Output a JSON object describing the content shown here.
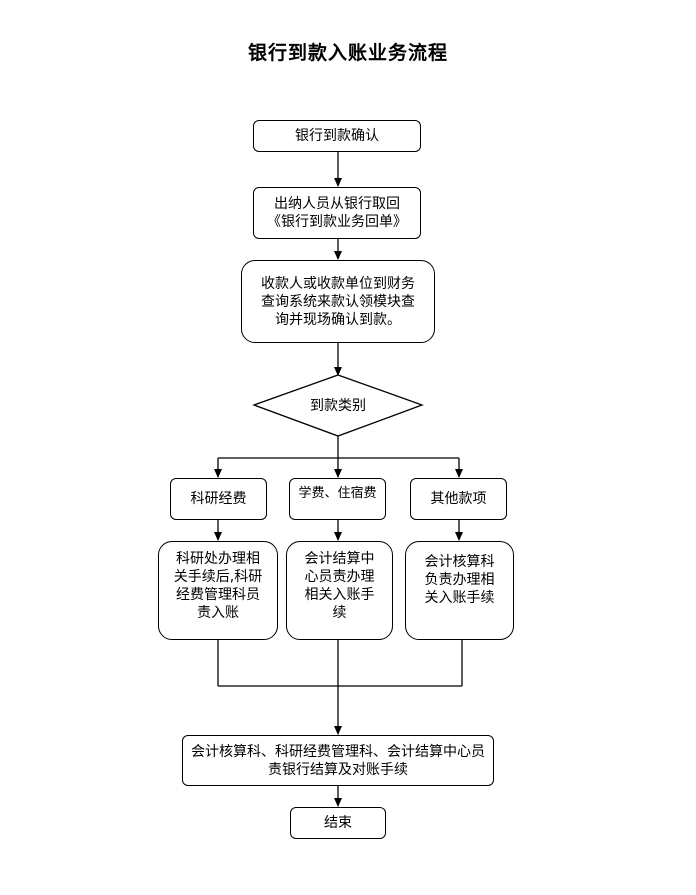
{
  "title": "银行到款入账业务流程",
  "nodes": {
    "bank_confirm": "银行到款确认",
    "cashier_line1": "出纳人员从银行取回",
    "cashier_line2": "《银行到款业务回单》",
    "payee_text": "收款人或收款单位到财务\n查询系统来款认领模块查\n询并现场确认到款。",
    "decision": "到款类别",
    "cat_research": "科研经费",
    "cat_tuition": "学费、住宿费",
    "cat_other": "其他款项",
    "proc_research": "科研处办理相\n关手续后,科研\n经费管理科员\n责入账",
    "proc_tuition": "会计结算中\n心员责办理\n相关入账手\n续",
    "proc_other": "会计核算科\n负责办理相\n关入账手续",
    "final_process": "会计核算科、科研经费管理科、会计结算中心员\n责银行结算及对账手续",
    "end": "结束"
  }
}
